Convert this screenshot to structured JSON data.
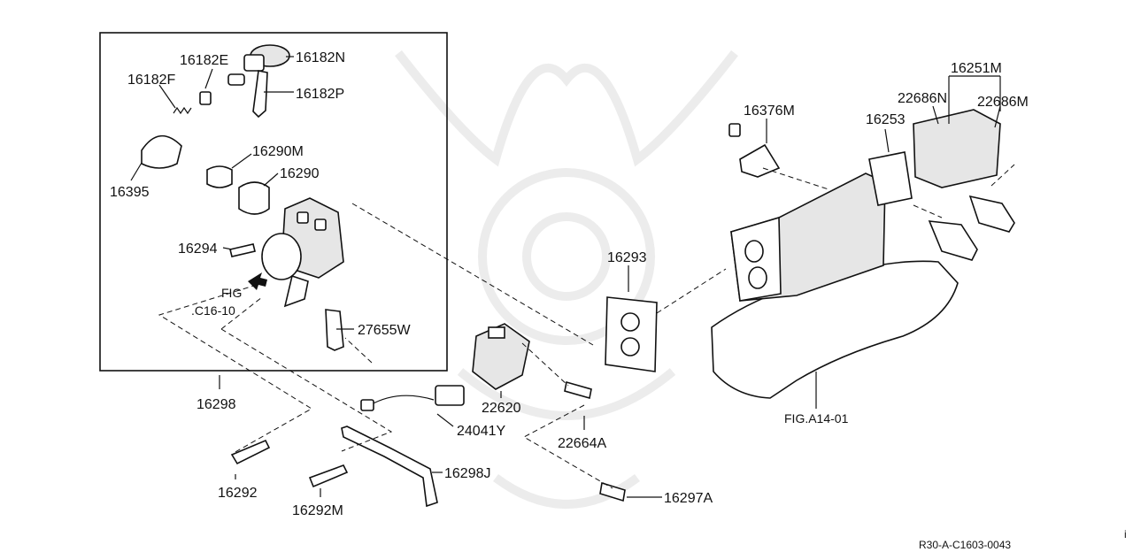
{
  "parts": {
    "p16182E": "16182E",
    "p16182N": "16182N",
    "p16182F": "16182F",
    "p16182P": "16182P",
    "p16395": "16395",
    "p16290M": "16290M",
    "p16290": "16290",
    "p16294": "16294",
    "p27655W": "27655W",
    "p16298": "16298",
    "p24041Y": "24041Y",
    "p22620": "22620",
    "p22664A": "22664A",
    "p16292": "16292",
    "p16292M": "16292M",
    "p16298J": "16298J",
    "p16297A": "16297A",
    "p16293": "16293",
    "p16376M": "16376M",
    "p16253": "16253",
    "p16251M": "16251M",
    "p22686N": "22686N",
    "p22686M": "22686M"
  },
  "references": {
    "fig_c16_line1": "FIG",
    "fig_c16_line2": ".C16-10",
    "fig_a14": "FIG.A14-01"
  },
  "diagram_id": "R30-A-C1603-0043",
  "corner_mark": "i",
  "colors": {
    "line": "#111111",
    "watermark": "#ececec",
    "background": "#ffffff"
  }
}
